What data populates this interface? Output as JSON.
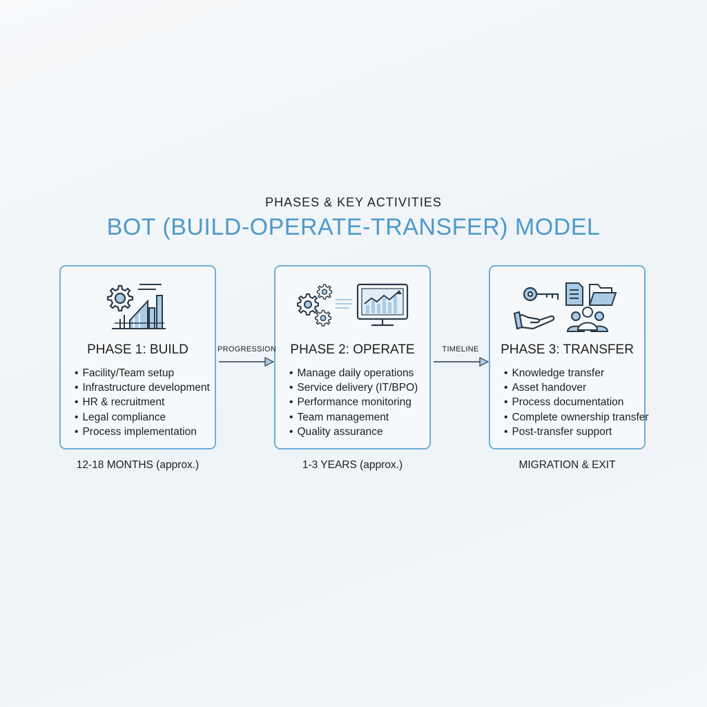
{
  "header": {
    "subtitle": "PHASES & KEY ACTIVITIES",
    "title": "BOT (BUILD-OPERATE-TRANSFER) MODEL"
  },
  "colors": {
    "accent": "#4e9ac9",
    "border": "#6eaed6",
    "icon_line": "#2b3a47",
    "icon_fill": "#a9cbe6"
  },
  "connectors": [
    {
      "label": "PROGRESSION"
    },
    {
      "label": "TIMELINE"
    }
  ],
  "phases": [
    {
      "title": "PHASE 1: BUILD",
      "icons": [
        "gear-icon",
        "building-growth-icon"
      ],
      "items": [
        "Facility/Team setup",
        "Infrastructure development",
        "HR & recruitment",
        "Legal compliance",
        "Process implementation"
      ],
      "duration": "12-18 MONTHS (approx.)"
    },
    {
      "title": "PHASE 2: OPERATE",
      "icons": [
        "gears-icon",
        "monitor-chart-icon"
      ],
      "items": [
        "Manage daily operations",
        "Service delivery (IT/BPO)",
        "Performance monitoring",
        "Team management",
        "Quality assurance"
      ],
      "duration": "1-3 YEARS (approx.)"
    },
    {
      "title": "PHASE 3: TRANSFER",
      "icons": [
        "key-icon",
        "document-icon",
        "folder-icon",
        "hand-icon",
        "team-icon"
      ],
      "items": [
        "Knowledge transfer",
        "Asset handover",
        "Process documentation",
        "Complete ownership transfer",
        "Post-transfer support"
      ],
      "duration": "MIGRATION & EXIT"
    }
  ]
}
